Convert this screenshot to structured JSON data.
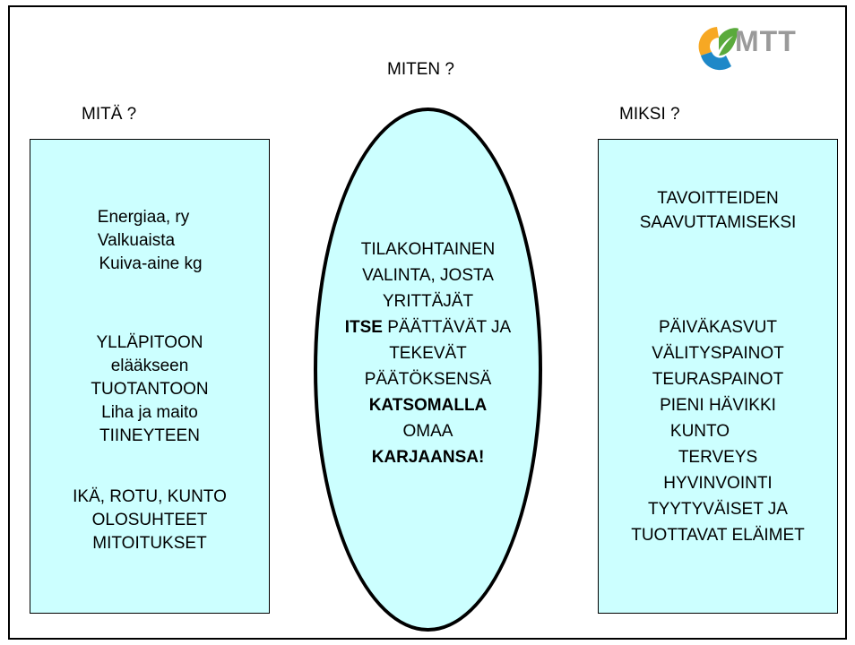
{
  "headings": {
    "left": "MITÄ ?",
    "center": "MITEN ?",
    "right": "MIKSI ?"
  },
  "logo": {
    "text": "MTT",
    "colors": {
      "orange": "#f7a823",
      "blue": "#1e88c8",
      "green": "#5aaa3c",
      "text": "#9a9a9a"
    }
  },
  "left_box": {
    "group1": [
      "Energiaa, ry",
      "Valkuaista",
      "Kuiva-aine kg"
    ],
    "group2": [
      "YLLÄPITOON",
      "elääkseen",
      "TUOTANTOON",
      "Liha ja maito",
      "TIINEYTEEN"
    ],
    "group3": [
      "IKÄ, ROTU, KUNTO",
      "OLOSUHTEET",
      "MITOITUKSET"
    ]
  },
  "ellipse": {
    "line1": "TILAKOHTAINEN",
    "line2": "VALINTA, JOSTA",
    "line3": "YRITTÄJÄT",
    "line4_bold": "ITSE",
    "line4_rest": " PÄÄTTÄVÄT JA",
    "line5": "TEKEVÄT",
    "line6": "PÄÄTÖKSENSÄ",
    "line7": "KATSOMALLA",
    "line8": "OMAA",
    "line9": "KARJAANSA!"
  },
  "right_box": {
    "group1": [
      "TAVOITTEIDEN",
      "SAAVUTTAMISEKSI"
    ],
    "group2": [
      "PÄIVÄKASVUT",
      "VÄLITYSPAINOT",
      "TEURASPAINOT",
      "PIENI HÄVIKKI",
      "KUNTO",
      "TERVEYS",
      "HYVINVOINTI",
      "TYYTYVÄISET JA",
      "TUOTTAVAT ELÄIMET"
    ]
  },
  "colors": {
    "box_fill": "#ccffff",
    "border": "#000000"
  }
}
